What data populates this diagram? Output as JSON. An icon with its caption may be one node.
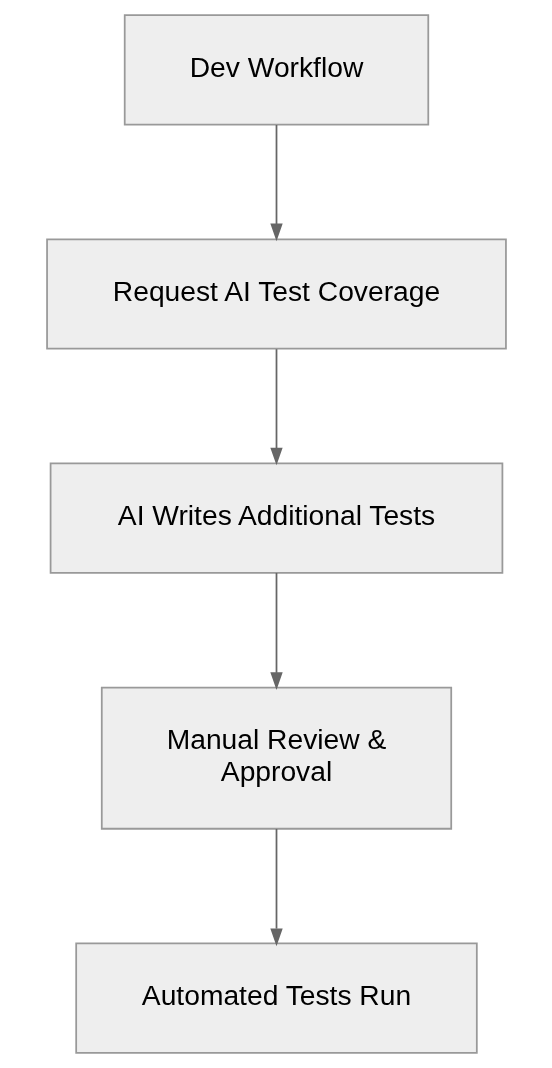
{
  "diagram": {
    "nodes": [
      {
        "text": [
          "Dev Workflow"
        ]
      },
      {
        "text": [
          "Request AI Test Coverage"
        ]
      },
      {
        "text": [
          "AI Writes Additional Tests"
        ]
      },
      {
        "text": [
          "Manual Review & Approval"
        ]
      },
      {
        "text": [
          "Automated Tests Run"
        ]
      }
    ],
    "edges": [
      {
        "from": 0,
        "to": 1,
        "arrow": "to"
      },
      {
        "from": 1,
        "to": 2,
        "arrow": "to"
      },
      {
        "from": 2,
        "to": 3,
        "arrow": "to"
      },
      {
        "from": 3,
        "to": 4,
        "arrow": "to"
      }
    ]
  }
}
